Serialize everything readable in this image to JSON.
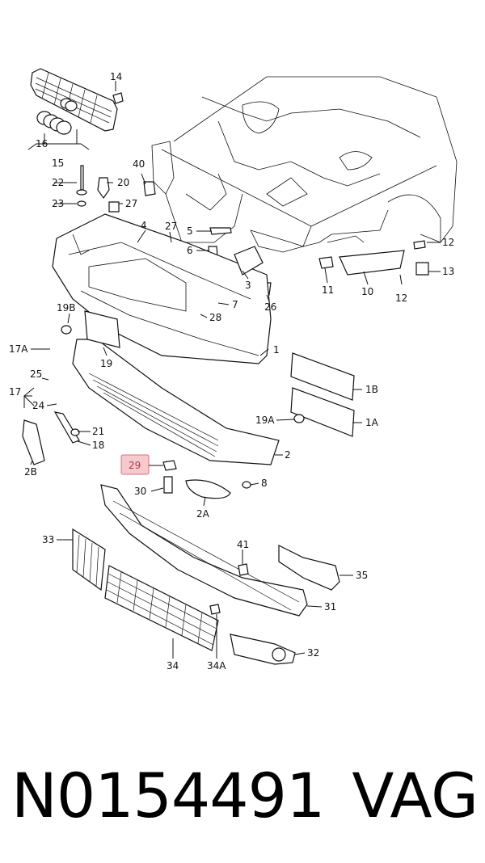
{
  "labels": {
    "l14": "14",
    "l16": "16",
    "l15": "15",
    "l40": "40",
    "l22": "22",
    "l20": "20",
    "l23": "23",
    "l27a": "27",
    "l4": "4",
    "l27b": "27",
    "l5": "5",
    "l6": "6",
    "l3": "3",
    "l7": "7",
    "l26": "26",
    "l28": "28",
    "l12a": "12",
    "l13": "13",
    "l11": "11",
    "l10": "10",
    "l12b": "12",
    "l19B": "19B",
    "l17A": "17A",
    "l19": "19",
    "l1": "1",
    "l25": "25",
    "l17": "17",
    "l24": "24",
    "l21": "21",
    "l18": "18",
    "l2B": "2B",
    "l1B": "1B",
    "l19A": "19A",
    "l1A": "1A",
    "l2": "2",
    "l29": "29",
    "l30": "30",
    "l8": "8",
    "l2A": "2A",
    "l33": "33",
    "l41": "41",
    "l35": "35",
    "l31": "31",
    "l34": "34",
    "l34A": "34A",
    "l32": "32"
  },
  "part_number": "N0154491",
  "brand": "VAG",
  "highlight_color": "#f6c9cf"
}
